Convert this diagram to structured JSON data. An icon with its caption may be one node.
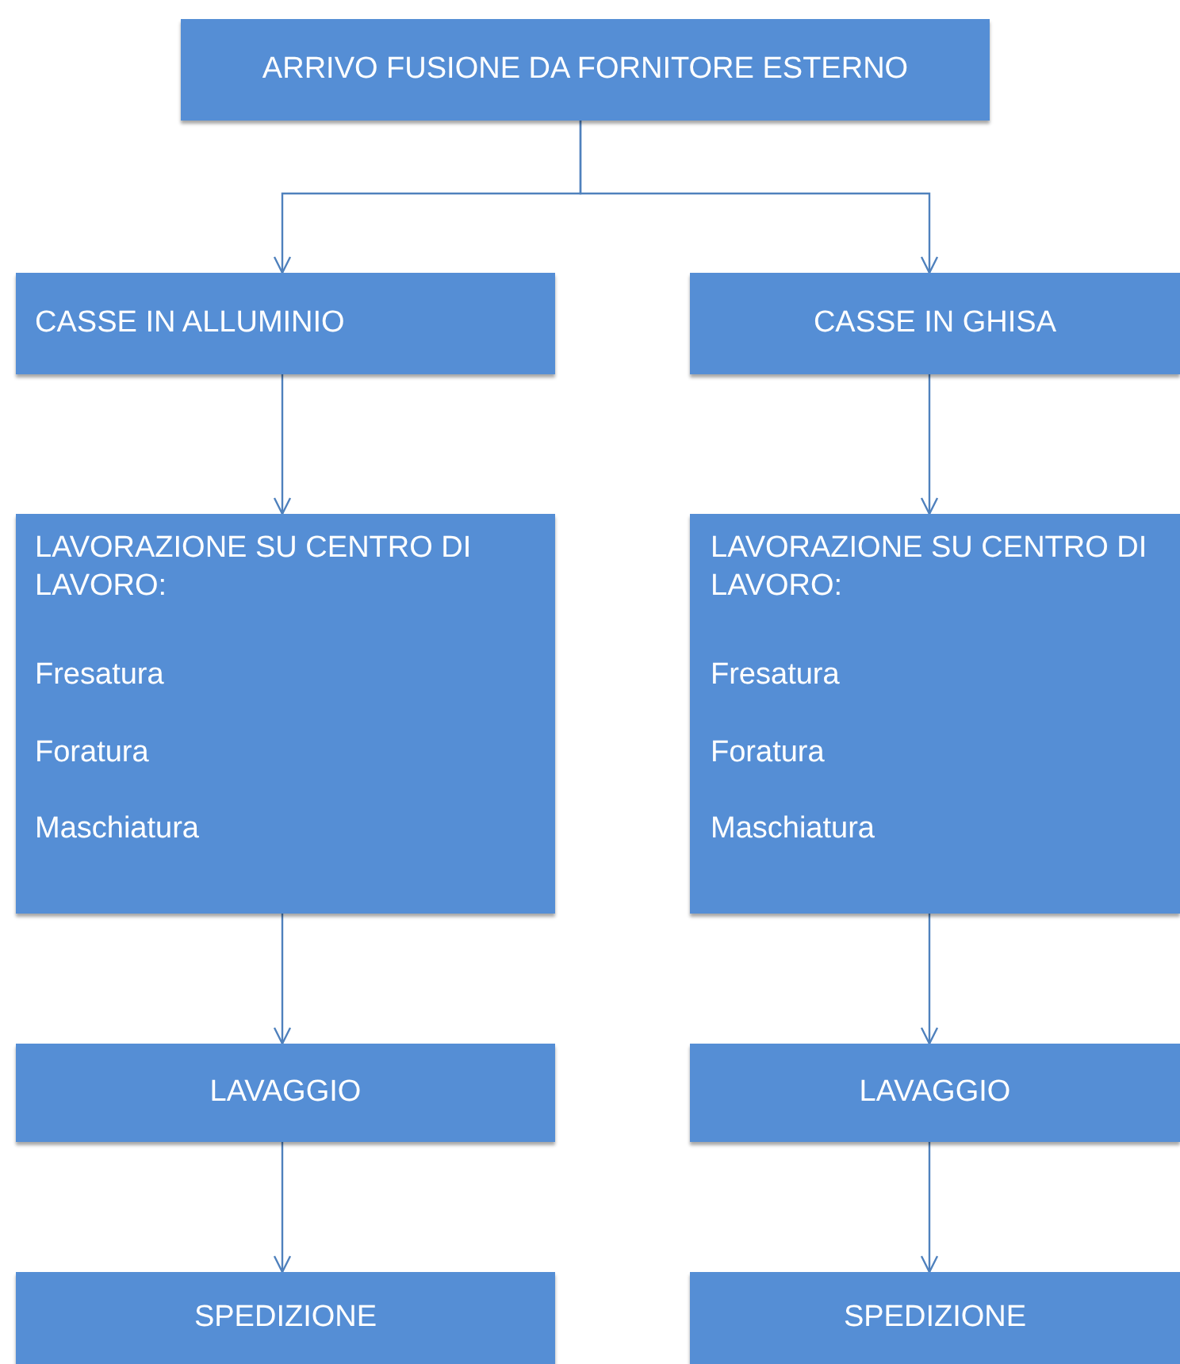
{
  "diagram": {
    "nodes": [
      {
        "text": [
          "ARRIVO FUSIONE DA FORNITORE ESTERNO"
        ]
      },
      {
        "text": [
          "CASSE IN ALLUMINIO"
        ]
      },
      {
        "text": [
          "CASSE IN GHISA"
        ]
      },
      {
        "text": [
          "LAVORAZIONE SU CENTRO DI LAVORO:",
          "Fresatura",
          "Foratura",
          "Maschiatura"
        ]
      },
      {
        "text": [
          "LAVORAZIONE SU CENTRO DI LAVORO:",
          "Fresatura",
          "Foratura",
          "Maschiatura"
        ]
      },
      {
        "text": [
          "LAVAGGIO"
        ]
      },
      {
        "text": [
          "LAVAGGIO"
        ]
      },
      {
        "text": [
          "SPEDIZIONE"
        ]
      },
      {
        "text": [
          "SPEDIZIONE"
        ]
      }
    ],
    "edges": [
      {
        "from": 0,
        "to": 1,
        "arrow": "to"
      },
      {
        "from": 0,
        "to": 2,
        "arrow": "to"
      },
      {
        "from": 1,
        "to": 3,
        "arrow": "to"
      },
      {
        "from": 2,
        "to": 4,
        "arrow": "to"
      },
      {
        "from": 3,
        "to": 5,
        "arrow": "to"
      },
      {
        "from": 4,
        "to": 6,
        "arrow": "to"
      },
      {
        "from": 5,
        "to": 7,
        "arrow": "to"
      },
      {
        "from": 6,
        "to": 8,
        "arrow": "to"
      }
    ]
  }
}
